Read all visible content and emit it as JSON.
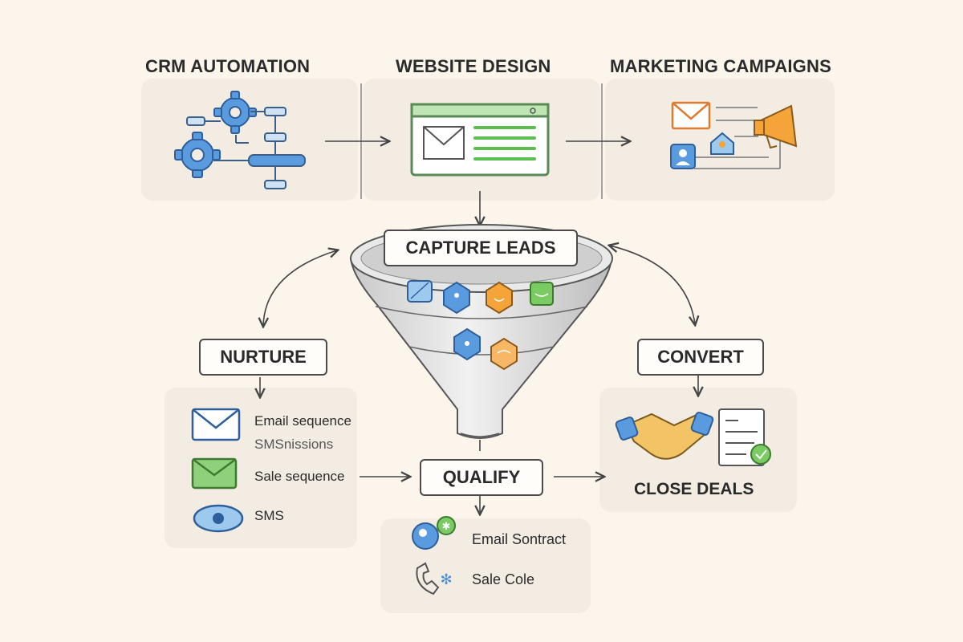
{
  "headings": {
    "crm": "CRM AUTOMATION",
    "website": "WEBSITE DESIGN",
    "marketing": "MARKETING CAMPAIGNS"
  },
  "stages": {
    "capture": "CAPTURE LEADS",
    "nurture": "NURTURE",
    "convert": "CONVERT",
    "qualify": "QUALIFY"
  },
  "nurture_items": [
    {
      "label": "Email sequence",
      "icon": "envelope-icon"
    },
    {
      "label": "SMSnissions",
      "icon": ""
    },
    {
      "label": "Sale sequence",
      "icon": "green-envelope-icon"
    },
    {
      "label": "SMS",
      "icon": "eye-icon"
    }
  ],
  "qualify_items": [
    {
      "label": "Email Sontract",
      "icon": "user-badge-icon"
    },
    {
      "label": "Sale Cole",
      "icon": "phone-icon"
    }
  ],
  "convert": {
    "close_label": "CLOSE DEALS",
    "icons": [
      "handshake-icon",
      "contract-icon"
    ]
  },
  "colors": {
    "background": "#fbf5ec",
    "panel": "#f3ece2",
    "blue": "#4a90d9",
    "green": "#6abf5a",
    "orange": "#f0943a",
    "funnel": "#d9d9d9"
  }
}
